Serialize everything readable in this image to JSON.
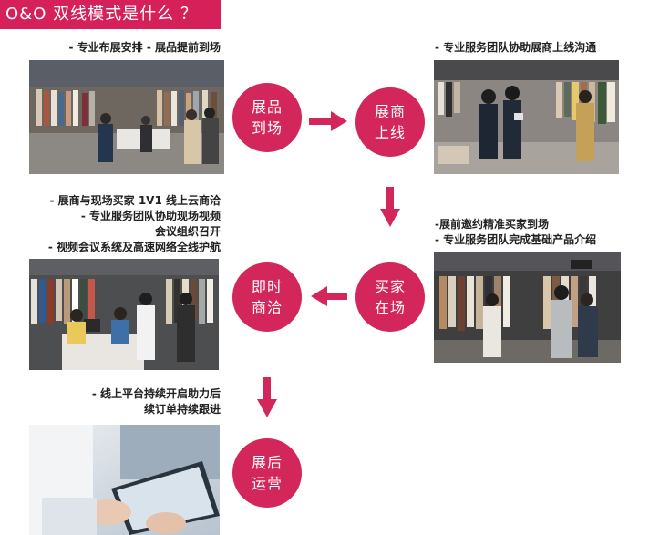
{
  "title": "O&O 双线模式是什么 ？",
  "colors": {
    "accent": "#d6205a",
    "circle": "#d3275b",
    "arrow": "#d3275b"
  },
  "steps": [
    {
      "id": "arrival",
      "line1": "展品",
      "line2": "到场"
    },
    {
      "id": "online",
      "line1": "展商",
      "line2": "上线"
    },
    {
      "id": "buyers",
      "line1": "买家",
      "line2": "在场"
    },
    {
      "id": "negotiate",
      "line1": "即时",
      "line2": "商洽"
    },
    {
      "id": "after",
      "line1": "展后",
      "line2": "运营"
    }
  ],
  "captions": {
    "arrival": [
      "- 专业布展安排  - 展品提前到场"
    ],
    "online": [
      "- 专业服务团队协助展商上线沟通"
    ],
    "negotiate": [
      "- 展商与现场买家 1V1 线上云商洽",
      "- 专业服务团队协助现场视频",
      "会议组织召开",
      "- 视频会议系统及高速网络全线护航"
    ],
    "buyers": [
      "-展前邀约精准买家到场",
      "- 专业服务团队完成基础产品介绍"
    ],
    "after": [
      "-     线上平台持续开启助力后",
      "续订单持续跟进"
    ]
  },
  "photos": [
    {
      "id": "photo-showroom",
      "subject": "booth with clothing racks and visitors"
    },
    {
      "id": "photo-staff-online",
      "subject": "staff in masks using tablets at racks"
    },
    {
      "id": "photo-buyers",
      "subject": "buyers browsing garments at booth"
    },
    {
      "id": "photo-video-meeting",
      "subject": "exhibitors at video meeting desk"
    },
    {
      "id": "photo-tablet",
      "subject": "hands holding tablet"
    }
  ]
}
